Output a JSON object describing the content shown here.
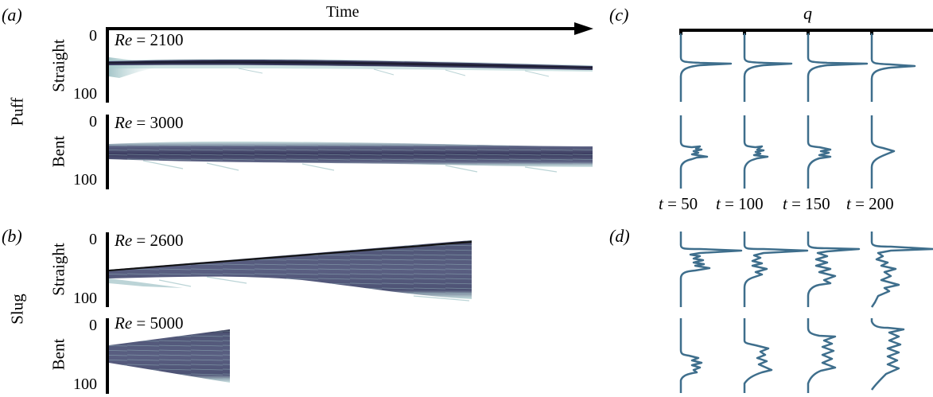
{
  "figure": {
    "time_label": "Time",
    "q_label": "q",
    "panels": {
      "a": "(a)",
      "b": "(b)",
      "c": "(c)",
      "d": "(d)"
    },
    "row_groups": {
      "puff": "Puff",
      "slug": "Slug"
    },
    "rows": [
      {
        "geometry": "Straight",
        "re_var": "Re",
        "re_eq": " = 2100",
        "tick_top": "0",
        "tick_bottom": "100"
      },
      {
        "geometry": "Bent",
        "re_var": "Re",
        "re_eq": " = 3000",
        "tick_top": "0",
        "tick_bottom": "100"
      },
      {
        "geometry": "Straight",
        "re_var": "Re",
        "re_eq": " = 2600",
        "tick_top": "0",
        "tick_bottom": "100"
      },
      {
        "geometry": "Bent",
        "re_var": "Re",
        "re_eq": " = 5000",
        "tick_top": "0",
        "tick_bottom": "100"
      }
    ],
    "time_snapshots": [
      {
        "var": "t",
        "eq": " = 50"
      },
      {
        "var": "t",
        "eq": " = 100"
      },
      {
        "var": "t",
        "eq": " = 150"
      },
      {
        "var": "t",
        "eq": " = 200"
      }
    ],
    "colors": {
      "profile_line": "#3e6e8c",
      "streak_dark": "#3b3c60",
      "streak_mid": "#5d6384",
      "streak_edge": "#a8cdcd",
      "axis": "#000000"
    }
  },
  "chart_data": [
    {
      "type": "heatmap",
      "title": "(a) Puff space-time diagrams",
      "xlabel": "Time",
      "ylabel": "",
      "ylim": [
        0,
        100
      ],
      "series": [
        {
          "name": "Straight, Re = 2100",
          "description": "narrow localized puff at ~position 50, constant width through time",
          "center_start": 52,
          "center_end": 55,
          "width": 8
        },
        {
          "name": "Bent, Re = 3000",
          "description": "localized puff band ~40–70, constant width",
          "center_start": 55,
          "center_end": 52,
          "width": 28
        }
      ]
    },
    {
      "type": "heatmap",
      "title": "(b) Slug space-time diagrams",
      "xlabel": "Time",
      "ylabel": "",
      "ylim": [
        0,
        100
      ],
      "series": [
        {
          "name": "Straight, Re = 2600",
          "description": "expanding slug, upstream front moves from ~53 to ~15",
          "upper_edge_start": 53,
          "upper_edge_end": 15,
          "lower_edge_start": 60,
          "lower_edge_end": 90
        },
        {
          "name": "Bent, Re = 5000",
          "description": "expanding slug wedge, shorter time span",
          "upper_edge_start": 35,
          "upper_edge_end": 13,
          "lower_edge_start": 60,
          "lower_edge_end": 87
        }
      ]
    },
    {
      "type": "line",
      "title": "(c) Puff q profiles",
      "xlabel": "q",
      "categories": [
        "t = 50",
        "t = 100",
        "t = 150",
        "t = 200"
      ],
      "series": [
        {
          "name": "Straight",
          "peak_position": [
            50,
            50,
            50,
            52
          ],
          "peak_amplitude": [
            1.0,
            1.0,
            1.0,
            0.95
          ]
        },
        {
          "name": "Bent",
          "active_region": [
            [
              45,
              70
            ],
            [
              45,
              70
            ],
            [
              45,
              70
            ],
            [
              45,
              65
            ]
          ]
        }
      ]
    },
    {
      "type": "line",
      "title": "(d) Slug q profiles",
      "xlabel": "q",
      "categories": [
        "t = 50",
        "t = 100",
        "t = 150",
        "t = 200"
      ],
      "series": [
        {
          "name": "Straight",
          "active_region": [
            [
              22,
              60
            ],
            [
              22,
              75
            ],
            [
              22,
              90
            ],
            [
              22,
              98
            ]
          ],
          "front_peak": true
        },
        {
          "name": "Bent",
          "active_region": [
            [
              50,
              75
            ],
            [
              40,
              80
            ],
            [
              25,
              88
            ],
            [
              10,
              95
            ]
          ]
        }
      ]
    }
  ]
}
